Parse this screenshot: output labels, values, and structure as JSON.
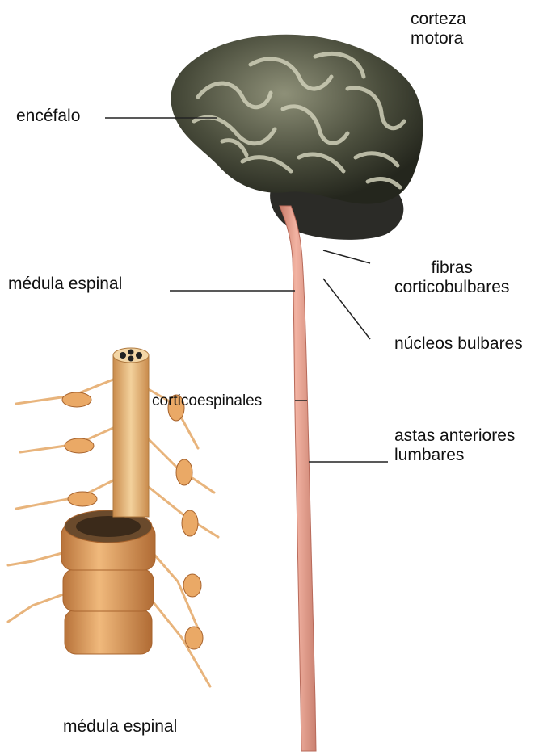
{
  "labels": {
    "corteza_motora": [
      "corteza",
      "motora"
    ],
    "encefalo": "encéfalo",
    "medula_espinal_main": "médula espinal",
    "fibras_corticobulbares": [
      "fibras",
      "corticobulbares"
    ],
    "nucleos_bulbares": "núcleos bulbares",
    "corticoespinales": "corticoespinales",
    "astas_anteriores_lumbares": [
      "astas anteriores",
      "lumbares"
    ],
    "medula_espinal_detail": "médula espinal"
  },
  "colors": {
    "brain_dark": "#2f3327",
    "brain_light": "#c9c9b3",
    "cerebellum": "#2a2a28",
    "cord_pink": "#e8a090",
    "cord_edge": "#b86a5a",
    "vertebra": "#e6a766",
    "vertebra_dark": "#a8642e",
    "nerve": "#efc08a",
    "leader_line": "#222222"
  }
}
